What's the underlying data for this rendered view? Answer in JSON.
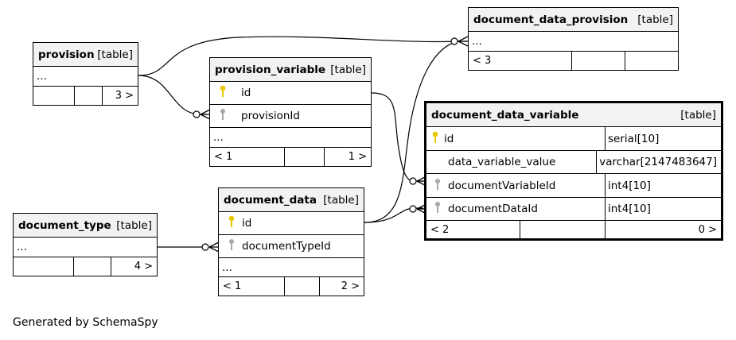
{
  "tables": {
    "provision": {
      "name": "provision",
      "type": "[table]",
      "dots": "...",
      "footer": [
        "",
        "",
        "3 >"
      ]
    },
    "provision_variable": {
      "name": "provision_variable",
      "type": "[table]",
      "columns": [
        "id",
        "provisionId"
      ],
      "dots": "...",
      "footer": [
        "< 1",
        "",
        "1 >"
      ]
    },
    "document_data_provision": {
      "name": "document_data_provision",
      "type": "[table]",
      "dots": "...",
      "footer": [
        "< 3",
        "",
        ""
      ]
    },
    "document_data_variable": {
      "name": "document_data_variable",
      "type": "[table]",
      "columns": [
        {
          "name": "id",
          "type": "serial[10]"
        },
        {
          "name": "data_variable_value",
          "type": "varchar[2147483647]"
        },
        {
          "name": "documentVariableId",
          "type": "int4[10]"
        },
        {
          "name": "documentDataId",
          "type": "int4[10]"
        }
      ],
      "footer": [
        "< 2",
        "",
        "0 >"
      ]
    },
    "document_data": {
      "name": "document_data",
      "type": "[table]",
      "columns": [
        "id",
        "documentTypeId"
      ],
      "dots": "...",
      "footer": [
        "< 1",
        "",
        "2 >"
      ]
    },
    "document_type": {
      "name": "document_type",
      "type": "[table]",
      "dots": "...",
      "footer": [
        "",
        "",
        "4 >"
      ]
    }
  },
  "caption": "Generated by SchemaSpy",
  "colors": {
    "primary_key": "#e8c800",
    "foreign_key": "#a8a8a8",
    "header_bg": "#f2f2f2"
  }
}
